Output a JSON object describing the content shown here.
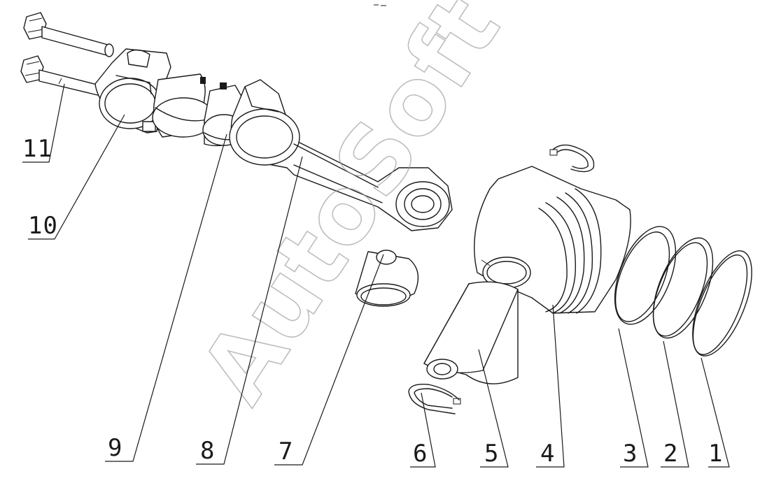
{
  "watermark": "AutoSoft",
  "callouts": [
    {
      "label": "1",
      "part": "piston-ring-1"
    },
    {
      "label": "2",
      "part": "piston-ring-2"
    },
    {
      "label": "3",
      "part": "piston-ring-3"
    },
    {
      "label": "4",
      "part": "piston"
    },
    {
      "label": "5",
      "part": "piston-pin"
    },
    {
      "label": "6",
      "part": "snap-ring"
    },
    {
      "label": "7",
      "part": "small-end-bushing"
    },
    {
      "label": "8",
      "part": "connecting-rod"
    },
    {
      "label": "9",
      "part": "upper-bearing-shell"
    },
    {
      "label": "10",
      "part": "lower-bearing-shell"
    },
    {
      "label": "11",
      "part": "connecting-rod-bolt"
    }
  ]
}
